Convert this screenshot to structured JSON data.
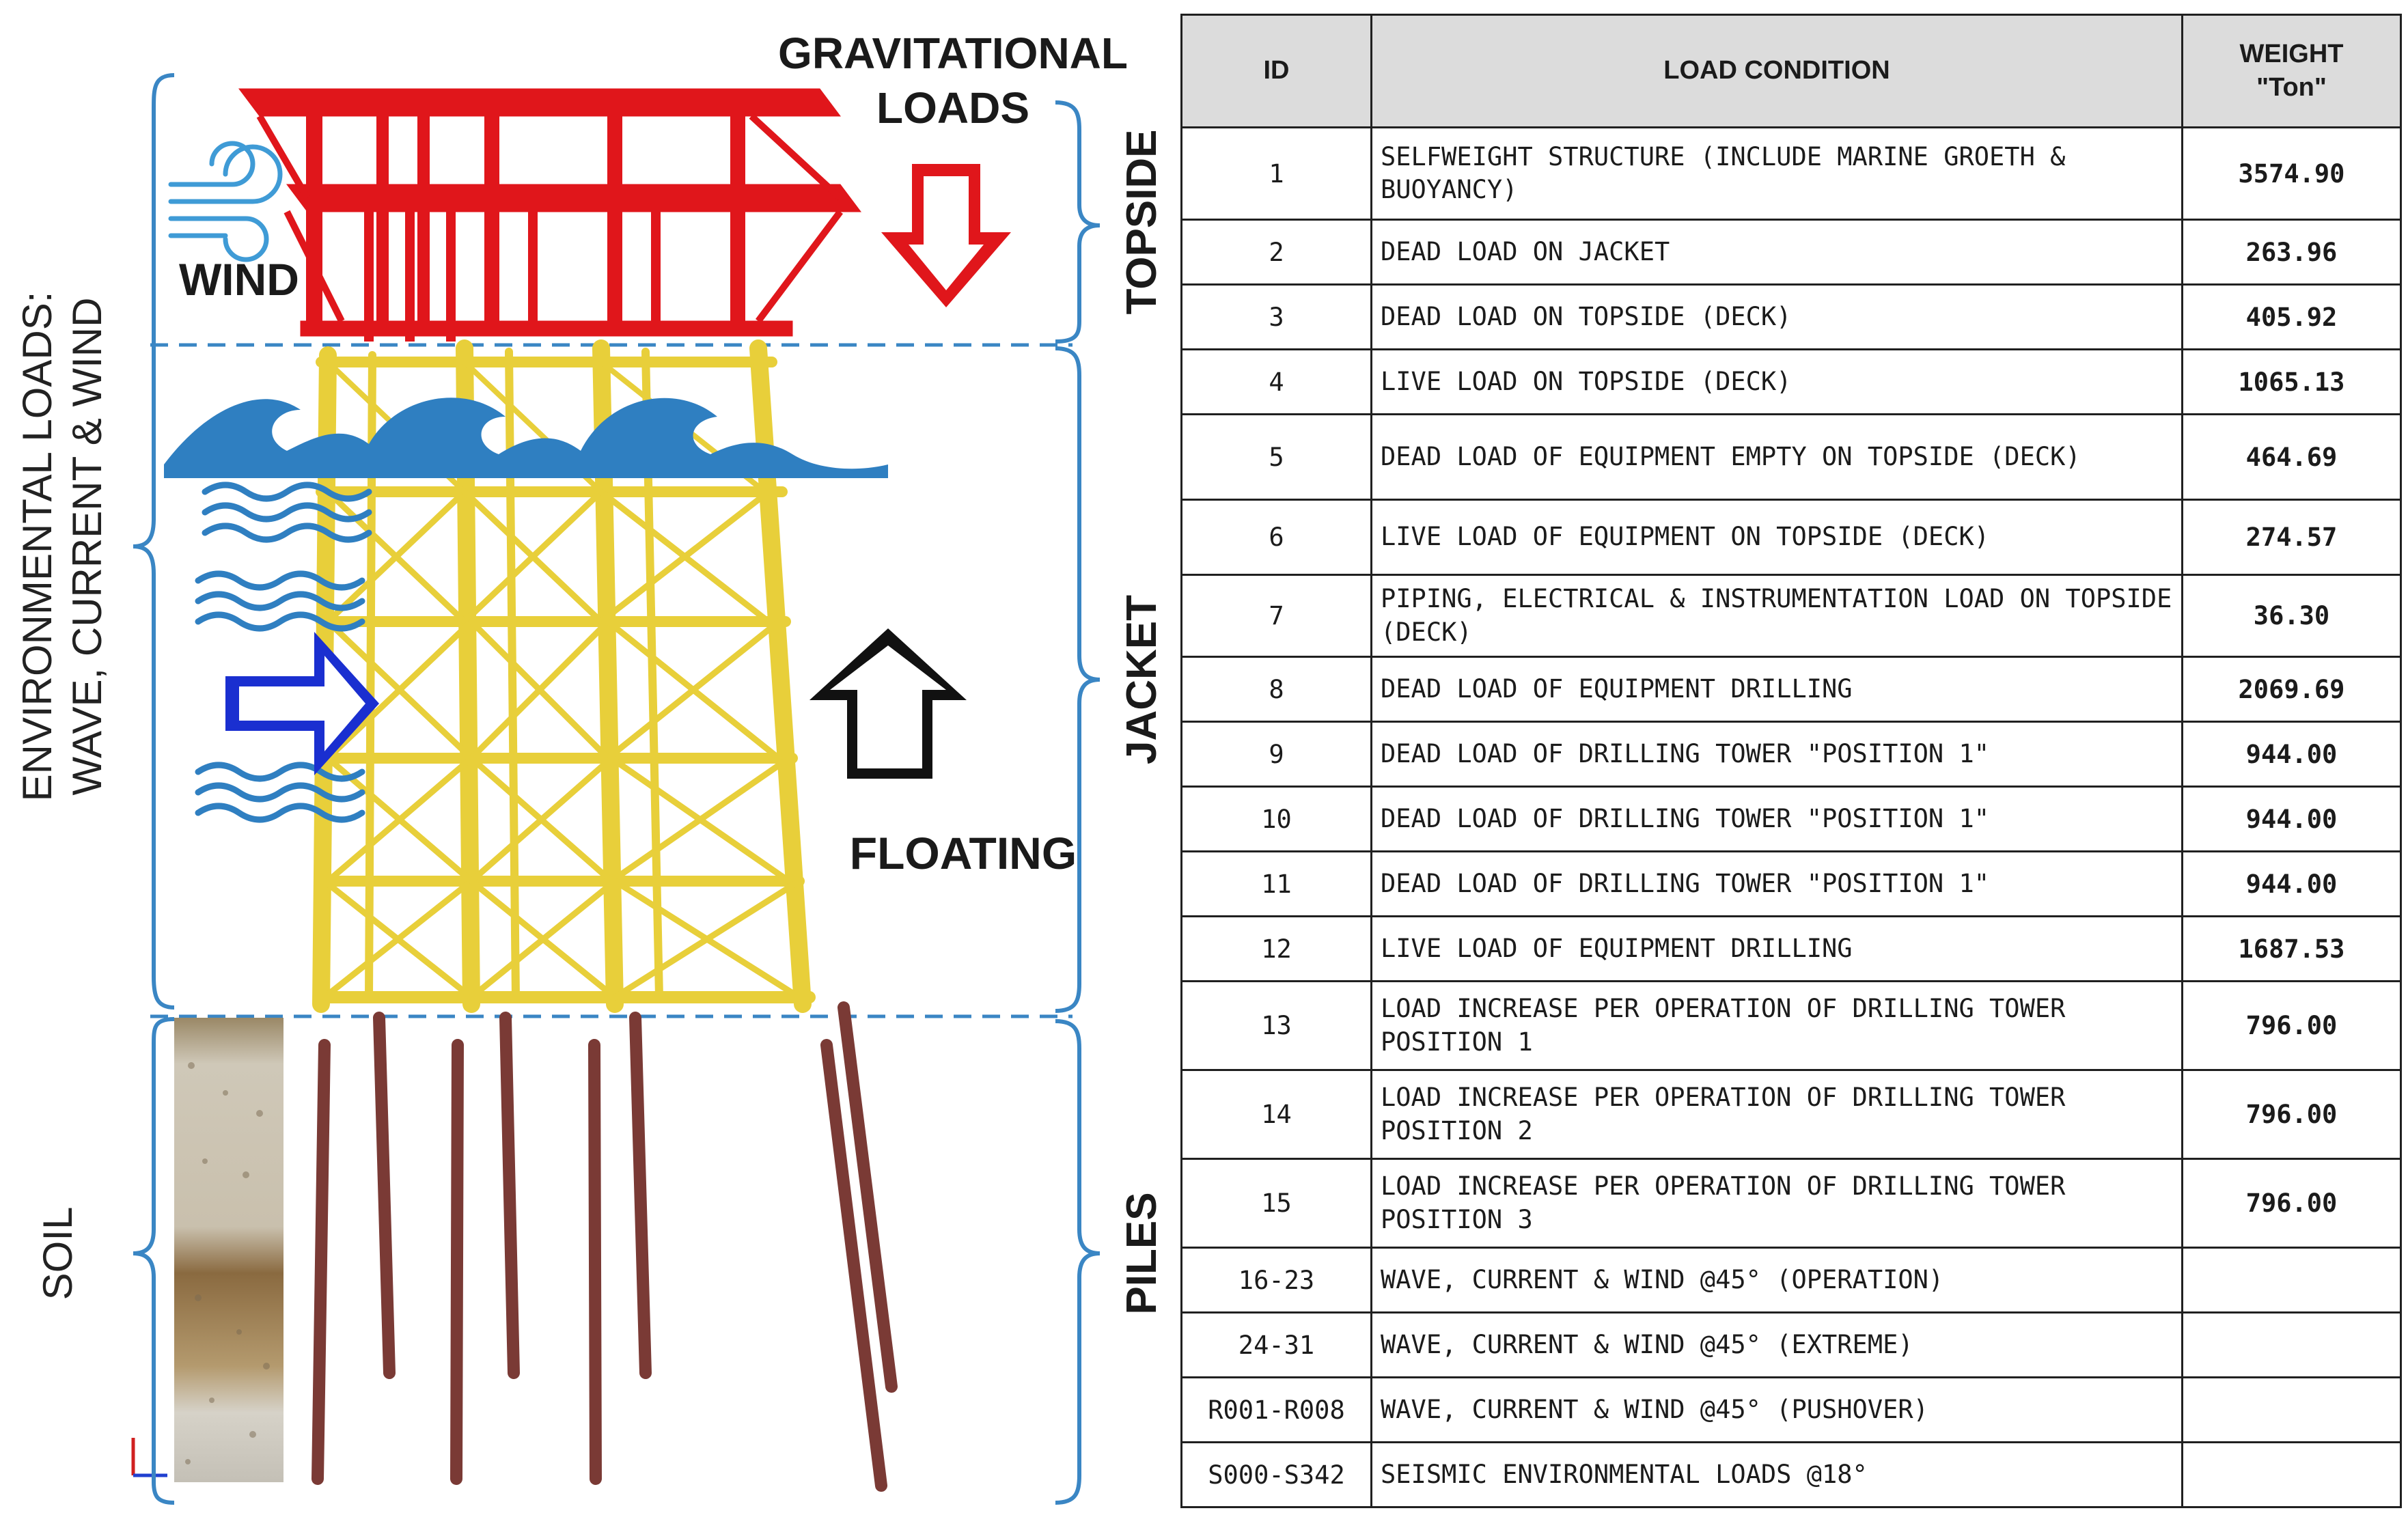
{
  "diagram": {
    "gravitational_label_1": "GRAVITATIONAL",
    "gravitational_label_2": "LOADS",
    "wind_label": "WIND",
    "floating_label": "FLOATING",
    "environmental_label_1": "ENVIRONMENTAL LOADS:",
    "environmental_label_2": "WAVE, CURRENT & WIND",
    "soil_label": "SOIL",
    "topside_label": "TOPSIDE",
    "jacket_label": "JACKET",
    "piles_label": "PILES",
    "colors": {
      "topside": "#e0161b",
      "jacket": "#e8cf3a",
      "piles": "#7a3a35",
      "wave": "#2f7fc1",
      "current_arrow": "#1a2fd0",
      "bracket": "#3a86c4"
    }
  },
  "table": {
    "headers": {
      "id": "ID",
      "condition": "LOAD CONDITION",
      "weight_1": "WEIGHT",
      "weight_2": "\"Ton\""
    },
    "rows": [
      {
        "id": "1",
        "condition": "SELFWEIGHT STRUCTURE (INCLUDE MARINE GROETH & BUOYANCY)",
        "weight": "3574.90"
      },
      {
        "id": "2",
        "condition": "DEAD LOAD ON JACKET",
        "weight": "263.96"
      },
      {
        "id": "3",
        "condition": "DEAD LOAD ON TOPSIDE (DECK)",
        "weight": "405.92"
      },
      {
        "id": "4",
        "condition": "LIVE LOAD ON  TOPSIDE (DECK)",
        "weight": "1065.13"
      },
      {
        "id": "5",
        "condition": "DEAD LOAD OF EQUIPMENT EMPTY ON TOPSIDE (DECK)",
        "weight": "464.69"
      },
      {
        "id": "6",
        "condition": "LIVE LOAD OF EQUIPMENT ON TOPSIDE (DECK)",
        "weight": "274.57"
      },
      {
        "id": "7",
        "condition": "PIPING, ELECTRICAL & INSTRUMENTATION LOAD ON TOPSIDE (DECK)",
        "weight": "36.30"
      },
      {
        "id": "8",
        "condition": "DEAD LOAD OF EQUIPMENT DRILLING",
        "weight": "2069.69"
      },
      {
        "id": "9",
        "condition": "DEAD LOAD OF DRILLING TOWER \"POSITION 1\"",
        "weight": "944.00"
      },
      {
        "id": "10",
        "condition": "DEAD LOAD OF DRILLING TOWER \"POSITION 1\"",
        "weight": "944.00"
      },
      {
        "id": "11",
        "condition": "DEAD LOAD OF DRILLING TOWER \"POSITION 1\"",
        "weight": "944.00"
      },
      {
        "id": "12",
        "condition": "LIVE LOAD OF EQUIPMENT DRILLING",
        "weight": "1687.53"
      },
      {
        "id": "13",
        "condition": "LOAD INCREASE PER OPERATION OF DRILLING TOWER POSITION 1",
        "weight": "796.00"
      },
      {
        "id": "14",
        "condition": "LOAD INCREASE PER OPERATION OF DRILLING TOWER POSITION 2",
        "weight": "796.00"
      },
      {
        "id": "15",
        "condition": "LOAD INCREASE PER OPERATION OF DRILLING TOWER POSITION 3",
        "weight": "796.00"
      },
      {
        "id": "16-23",
        "condition": "WAVE, CURRENT & WIND @45° (OPERATION)",
        "weight": ""
      },
      {
        "id": "24-31",
        "condition": "WAVE, CURRENT & WIND @45° (EXTREME)",
        "weight": ""
      },
      {
        "id": "R001-R008",
        "condition": "WAVE, CURRENT & WIND @45° (PUSHOVER)",
        "weight": ""
      },
      {
        "id": "S000-S342",
        "condition": "SEISMIC ENVIRONMENTAL LOADS @18°",
        "weight": ""
      }
    ]
  }
}
